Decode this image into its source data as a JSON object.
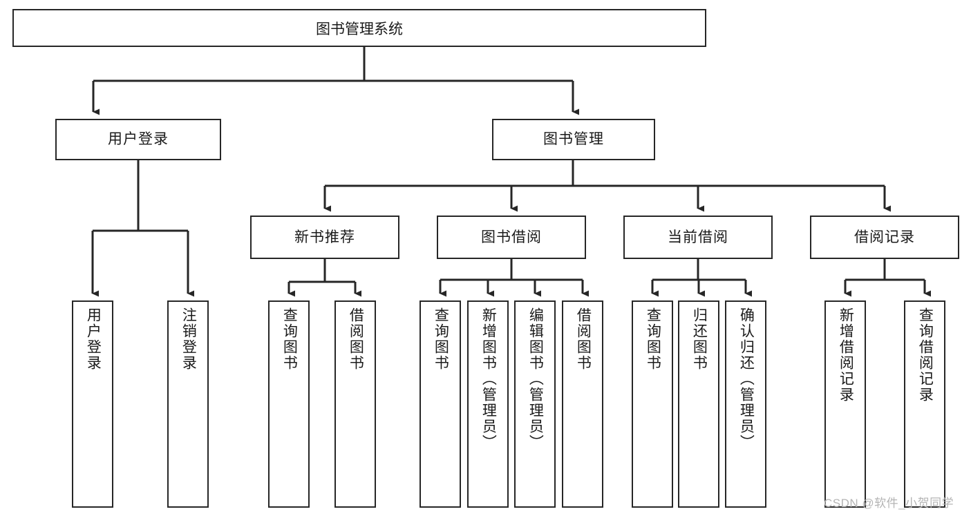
{
  "diagram": {
    "title": "图书管理系统",
    "type": "tree-hierarchy-chart",
    "colors": {
      "line": "#262626",
      "box_fill": "#ffffff",
      "text": "#1a1a1a",
      "watermark": "#b4b4b4"
    },
    "root": {
      "label": "图书管理系统"
    },
    "level1": [
      {
        "label": "用户登录"
      },
      {
        "label": "图书管理"
      }
    ],
    "level2": [
      {
        "label": "新书推荐"
      },
      {
        "label": "图书借阅"
      },
      {
        "label": "当前借阅"
      },
      {
        "label": "借阅记录"
      }
    ],
    "leaves": {
      "user_login": [
        {
          "label": "用户登录"
        },
        {
          "label": "注销登录"
        }
      ],
      "new_book_recommend": [
        {
          "label": "查询图书"
        },
        {
          "label": "借阅图书"
        }
      ],
      "book_borrow": [
        {
          "label": "查询图书"
        },
        {
          "label": "新增图书（管理员）"
        },
        {
          "label": "编辑图书（管理员）"
        },
        {
          "label": "借阅图书"
        }
      ],
      "current_borrow": [
        {
          "label": "查询图书"
        },
        {
          "label": "归还图书"
        },
        {
          "label": "确认归还（管理员）"
        }
      ],
      "borrow_record": [
        {
          "label": "新增借阅记录"
        },
        {
          "label": "查询借阅记录"
        }
      ]
    }
  },
  "watermark": {
    "text": "CSDN @软件_小贺同学"
  }
}
